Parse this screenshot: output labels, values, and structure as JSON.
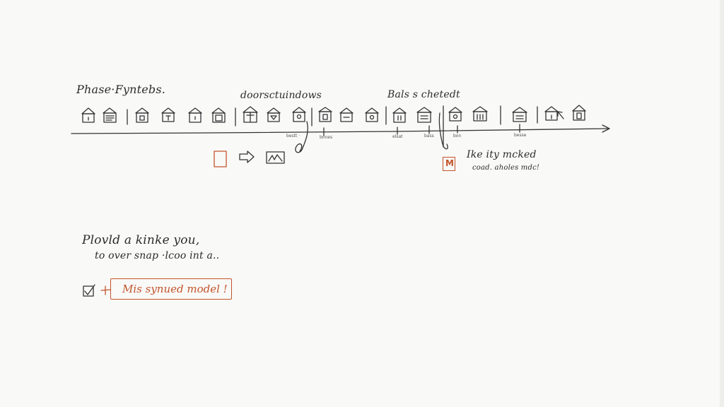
{
  "labels": {
    "phase": "Phase·Fyntebs.",
    "doors": "doorsctuindows",
    "checkout": "Bals s chetedt",
    "note_title": "Ike ity mcked",
    "note_sub": "coad. aholes mdc!",
    "body_line1": "Plovld a kinke you,",
    "body_line2": "to over snap ·lcoo int a..",
    "callout": "Mis synued model !",
    "tick_a": "bestt ·",
    "tick_b": "bnnes",
    "tick_c": "elsat",
    "tick_d": "bass",
    "tick_e": "bon",
    "tick_f": "besse",
    "badge": "M"
  },
  "colors": {
    "ink": "#2b2b2b",
    "accent": "#c3542a",
    "background": "#f9f9f8"
  },
  "icons": [
    "house-icon",
    "house-lines-icon",
    "house-icon",
    "house-icon",
    "house-icon",
    "house-icon",
    "house-icon",
    "house-icon",
    "house-icon",
    "house-icon",
    "house-icon",
    "house-icon",
    "house-icon",
    "house-icon",
    "house-icon",
    "house-icon",
    "house-icon",
    "house-icon",
    "house-icon",
    "house-icon"
  ]
}
